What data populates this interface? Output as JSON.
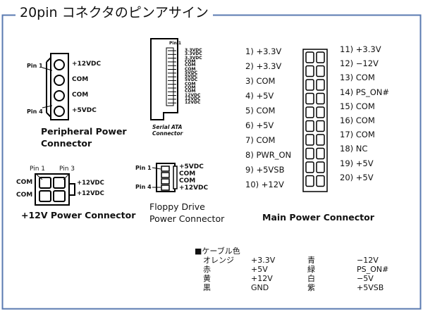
{
  "title": "20pin コネクタのピンアサイン",
  "colors": {
    "frame": "#5a7ab0",
    "ink": "#111111"
  },
  "peripheral": {
    "caption": [
      "Peripheral Power",
      "Connector"
    ],
    "pin_first": "Pin 1",
    "pin_last": "Pin 4",
    "pins": [
      "+12VDC",
      "COM",
      "COM",
      "+5VDC"
    ]
  },
  "sata": {
    "caption": [
      "Serial ATA",
      "Connector"
    ],
    "pin_first": "Pin 1",
    "pins": [
      "3.3VDC",
      "3.3VDC",
      "3.3VDC",
      "COM",
      "COM",
      "COM",
      "5VDC",
      "5VDC",
      "5VDC",
      "COM",
      "COM",
      "COM",
      "12VDC",
      "12VDC",
      "12VDC"
    ]
  },
  "main": {
    "caption": "Main Power Connector",
    "left": [
      "1) +3.3V",
      "2) +3.3V",
      "3) COM",
      "4) +5V",
      "5) COM",
      "6) +5V",
      "7) COM",
      "8) PWR_ON",
      "9) +5VSB",
      "10) +12V"
    ],
    "right": [
      "11) +3.3V",
      "12) −12V",
      "13) COM",
      "14) PS_ON#",
      "15) COM",
      "16) COM",
      "17) COM",
      "18) NC",
      "19) +5V",
      "20) +5V"
    ]
  },
  "p12v": {
    "caption": "+12V Power Connector",
    "pin_first": "Pin 1",
    "pin_third": "Pin 3",
    "left": [
      "COM",
      "COM"
    ],
    "right": [
      "+12VDC",
      "+12VDC"
    ]
  },
  "floppy": {
    "caption": [
      "Floppy Drive",
      "Power Connector"
    ],
    "pin_first": "Pin 1",
    "pin_last": "Pin 4",
    "pins": [
      "+5VDC",
      "COM",
      "COM",
      "+12VDC"
    ]
  },
  "cable_colors": {
    "heading": "■ケーブル色",
    "rows": [
      {
        "c1": "オレンジ",
        "v1": "+3.3V",
        "c2": "青",
        "v2": "−12V"
      },
      {
        "c1": "赤",
        "v1": "+5V",
        "c2": "緑",
        "v2": "PS_ON#"
      },
      {
        "c1": "黄",
        "v1": "+12V",
        "c2": "白",
        "v2": "−5V"
      },
      {
        "c1": "黒",
        "v1": "GND",
        "c2": "紫",
        "v2": "+5VSB"
      }
    ]
  }
}
